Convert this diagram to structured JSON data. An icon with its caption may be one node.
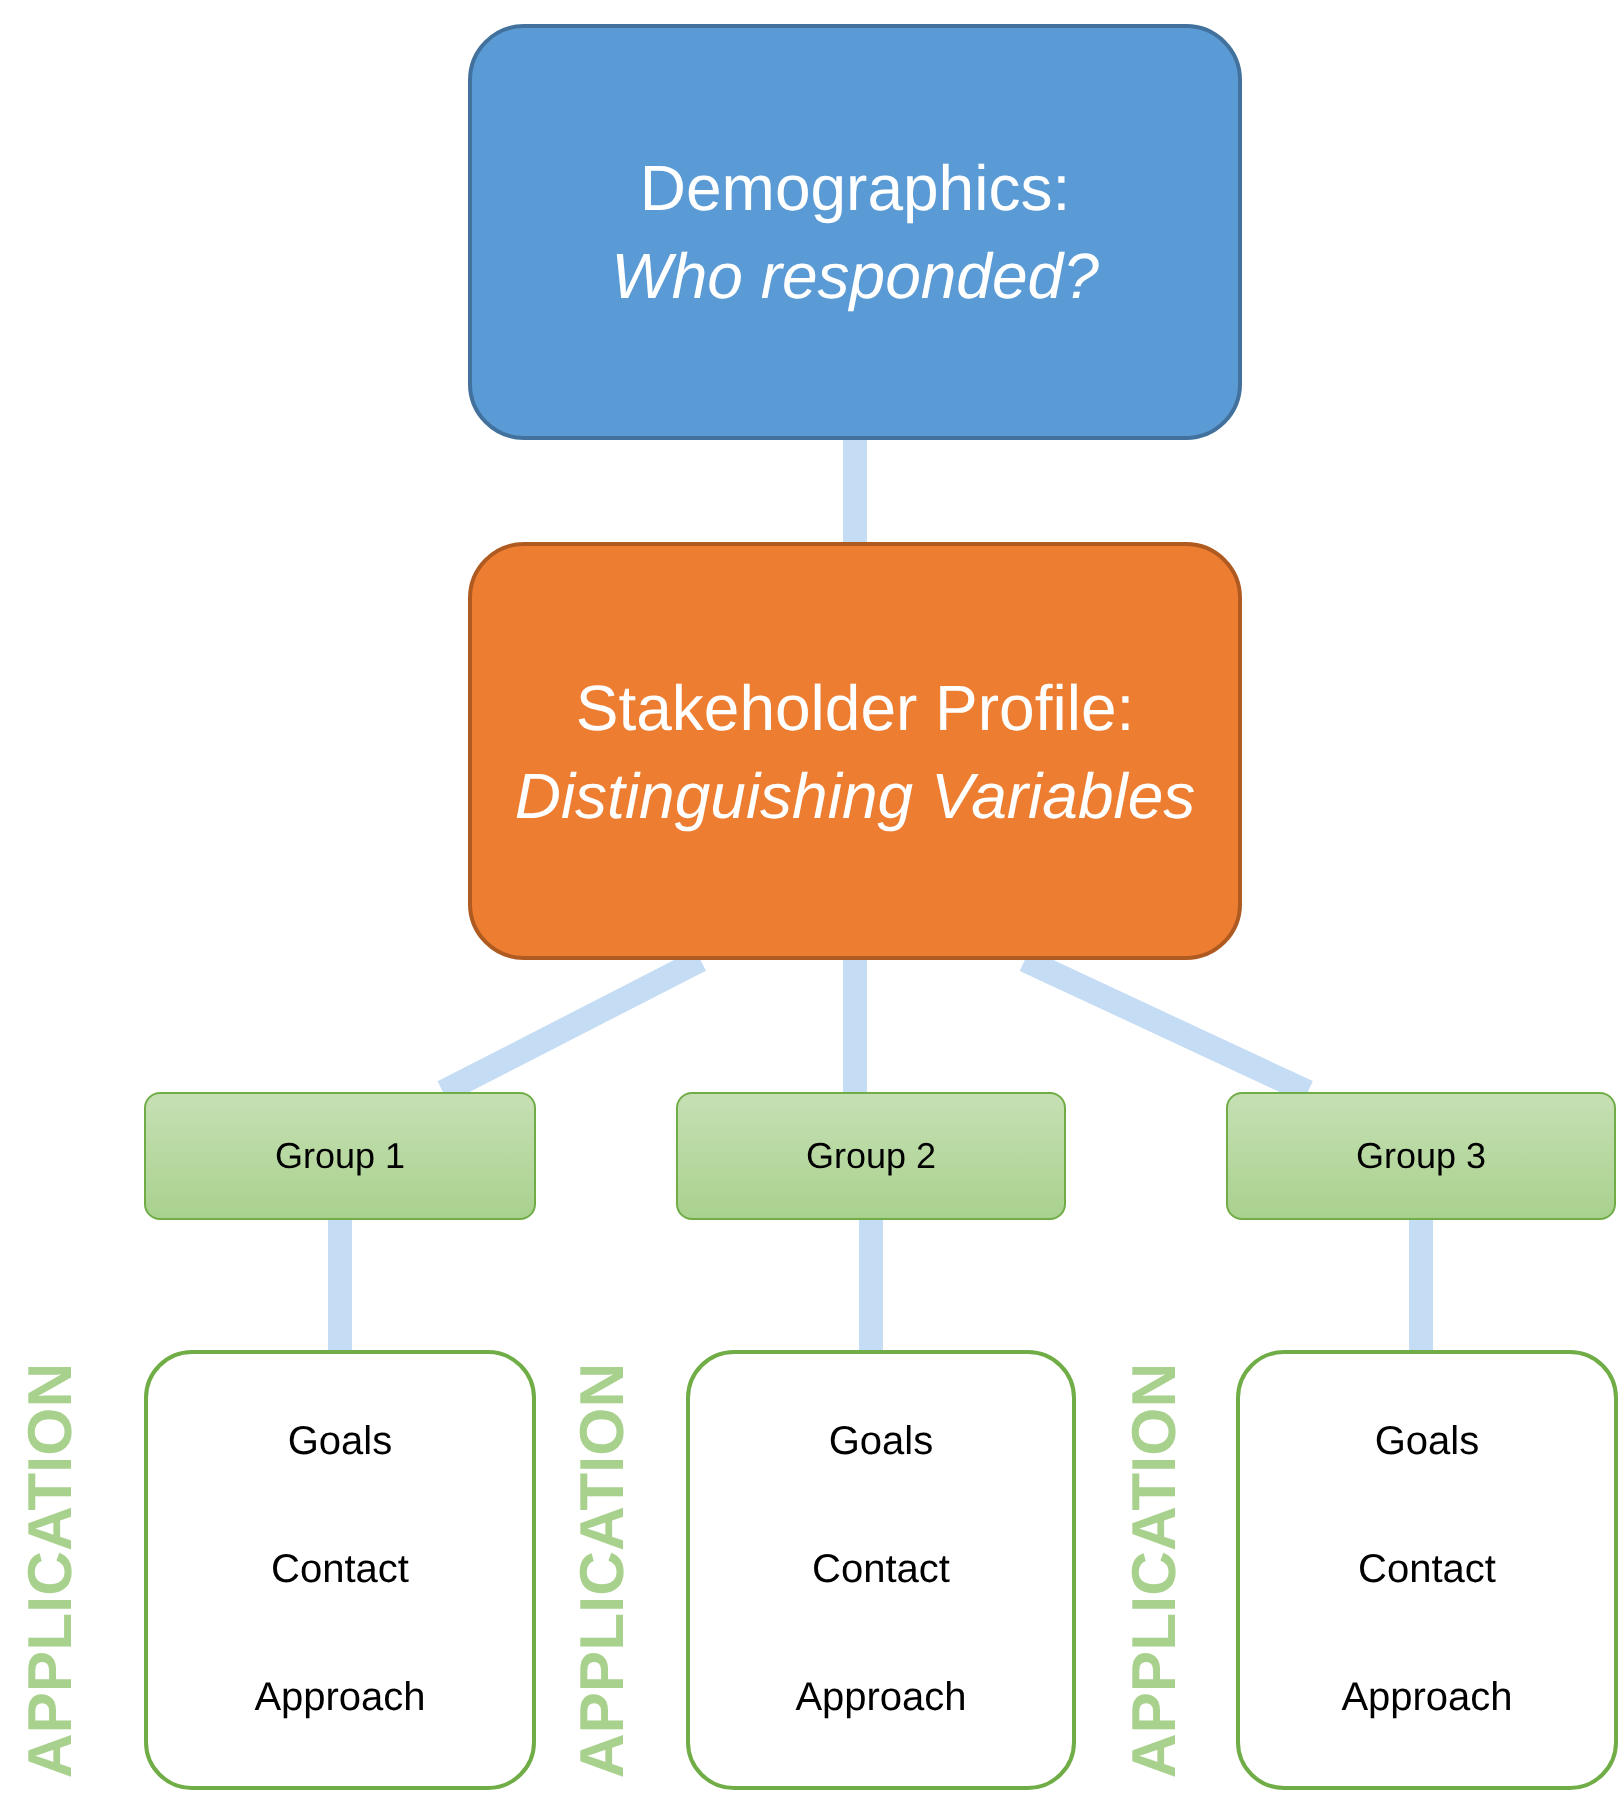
{
  "diagram": {
    "nodes": [
      {
        "text": [
          "Demographics:",
          "Who responded?"
        ]
      },
      {
        "text": [
          "Stakeholder Profile:",
          "Distinguishing Variables"
        ]
      },
      {
        "text": [
          "Group 1"
        ]
      },
      {
        "text": [
          "Group 2"
        ]
      },
      {
        "text": [
          "Group 3"
        ]
      },
      {
        "text": [
          "Goals",
          "Contact",
          "Approach"
        ]
      },
      {
        "text": [
          "Goals",
          "Contact",
          "Approach"
        ]
      },
      {
        "text": [
          "Goals",
          "Contact",
          "Approach"
        ]
      }
    ],
    "edges": [
      {
        "from": 0,
        "to": 1,
        "arrow": "none"
      },
      {
        "from": 1,
        "to": 2,
        "arrow": "none"
      },
      {
        "from": 1,
        "to": 3,
        "arrow": "none"
      },
      {
        "from": 1,
        "to": 4,
        "arrow": "none"
      },
      {
        "from": 2,
        "to": 5,
        "arrow": "none"
      },
      {
        "from": 3,
        "to": 6,
        "arrow": "none"
      },
      {
        "from": 4,
        "to": 7,
        "arrow": "none"
      }
    ],
    "labels": [
      "APPLICATION",
      "APPLICATION",
      "APPLICATION"
    ]
  }
}
